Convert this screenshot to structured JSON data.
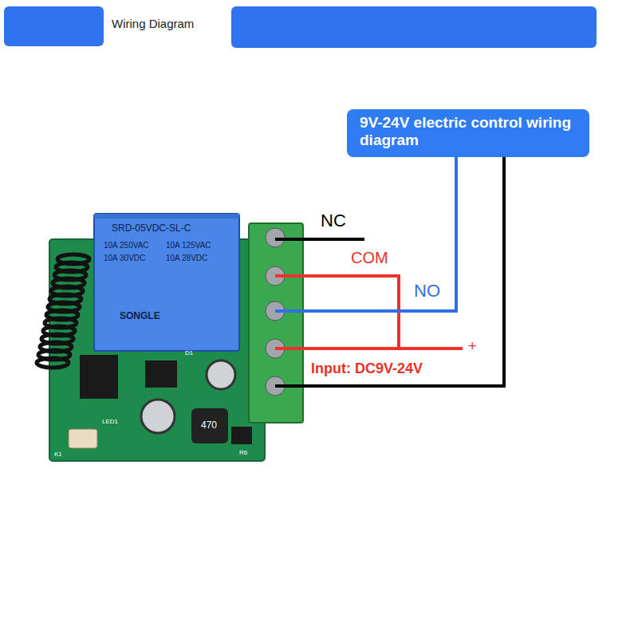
{
  "diagram": {
    "title": "Wiring Diagram",
    "nodes": [
      {
        "text": [
          "9V-24V electric control wiring diagram"
        ]
      }
    ],
    "labels": [
      "NC",
      "COM",
      "NO",
      "+",
      "Input: DC9V-24V",
      "SRD-05VDC-SL-C",
      "10A 250VAC",
      "10A 125VAC",
      "10A 30VDC",
      "10A 28VDC",
      "SONGLE",
      "470",
      "D1",
      "K1",
      "LED1",
      "R6"
    ]
  }
}
